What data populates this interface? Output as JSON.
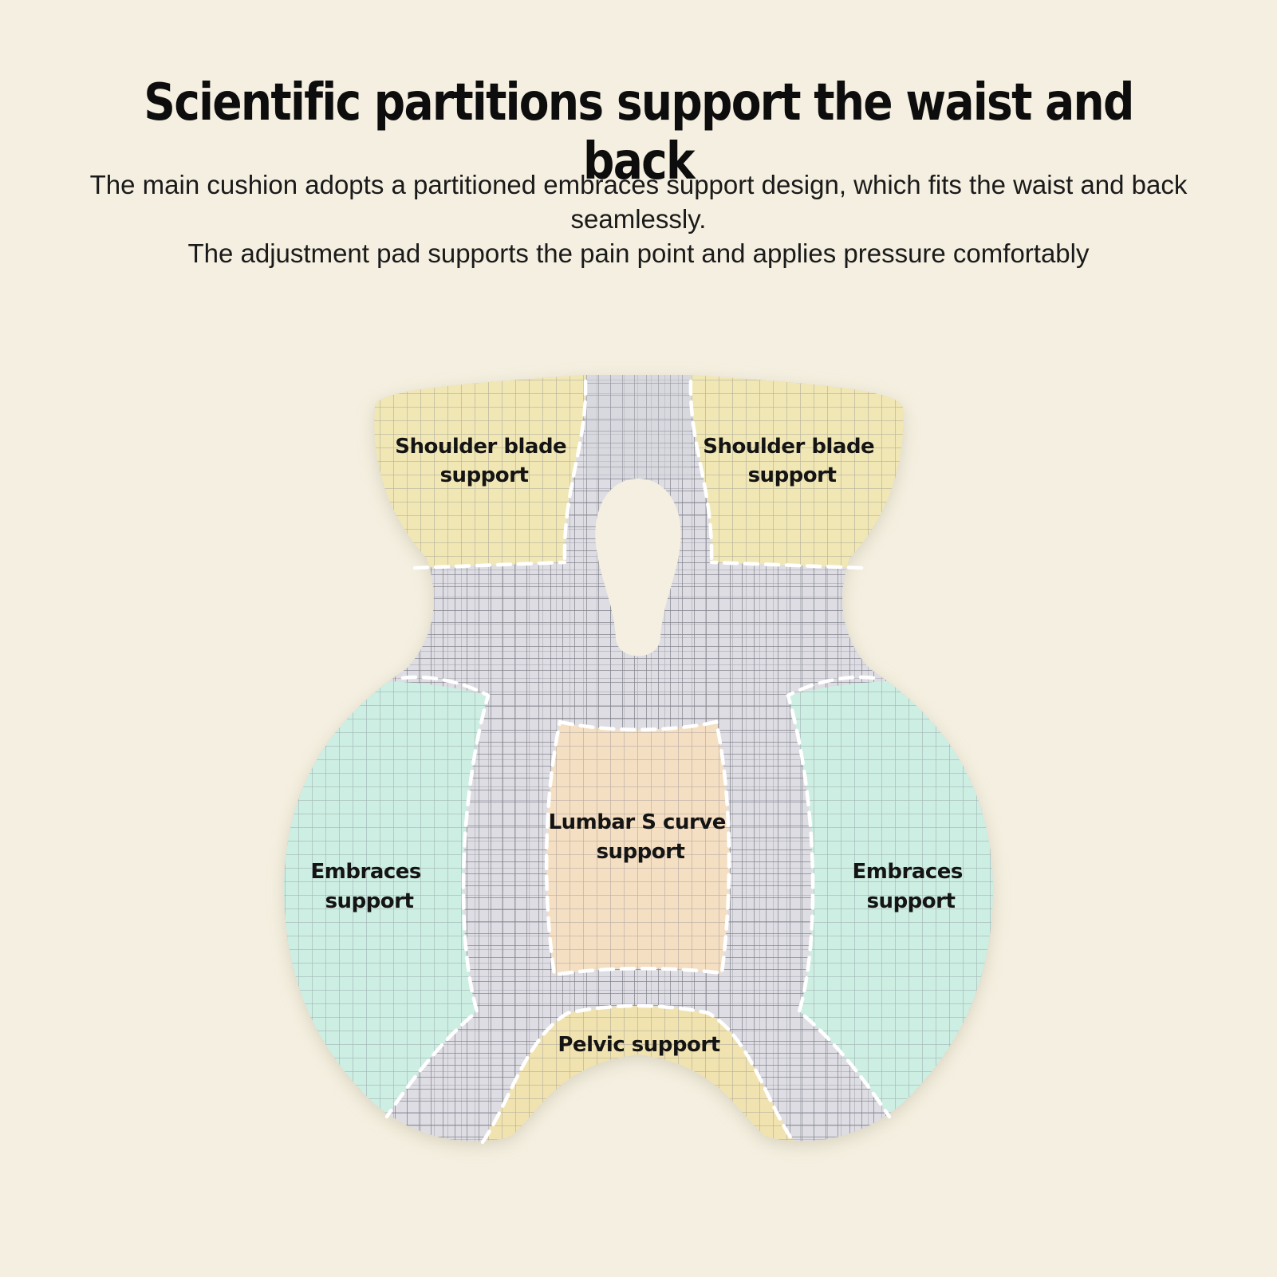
{
  "header": {
    "title": "Scientific partitions support the waist and back",
    "line1": "The main cushion adopts a partitioned embraces support design, which fits the waist and back seamlessly.",
    "line2": "The adjustment pad supports the pain point and applies pressure comfortably"
  },
  "zones": {
    "shoulder_left": [
      "Shoulder blade",
      "support"
    ],
    "shoulder_right": [
      "Shoulder blade",
      "support"
    ],
    "lumbar": [
      "Lumbar S curve",
      "support"
    ],
    "embrace_left": [
      "Embraces",
      "support"
    ],
    "embrace_right": [
      "Embraces",
      "support"
    ],
    "pelvic": [
      "Pelvic support"
    ]
  },
  "colors": {
    "background": "#f4efe0",
    "shoulder": "#f1e7b5",
    "embrace": "#cdeee2",
    "lumbar": "#f5dfc2",
    "pelvic": "#f1e3b0",
    "frame": "#dedde3"
  }
}
